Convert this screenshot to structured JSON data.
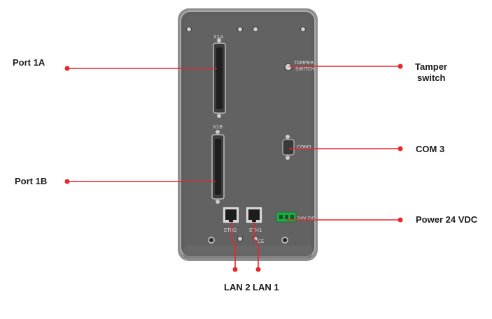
{
  "colors": {
    "callout_line": "#e8262e",
    "panel": "#5f5f5f",
    "panel_border": "#9b9b9b",
    "terminal_green": "#22a84a"
  },
  "device_labels": {
    "port1a_silk": "X1A",
    "port1b_silk": "X1B",
    "tamper_silk_1": "TAMPER",
    "tamper_silk_2": "SWITCH",
    "com3_silk": "COM3",
    "eth2_silk": "ETH2",
    "eth1_silk": "ETH1",
    "power_silk": "24V DC",
    "ce_mark": "CE"
  },
  "callouts": {
    "port1a": "Port 1A",
    "port1b": "Port 1B",
    "tamper_1": "Tamper",
    "tamper_2": "switch",
    "com3": "COM 3",
    "power": "Power 24 VDC",
    "lan2": "LAN 2",
    "lan1": "LAN 1"
  }
}
